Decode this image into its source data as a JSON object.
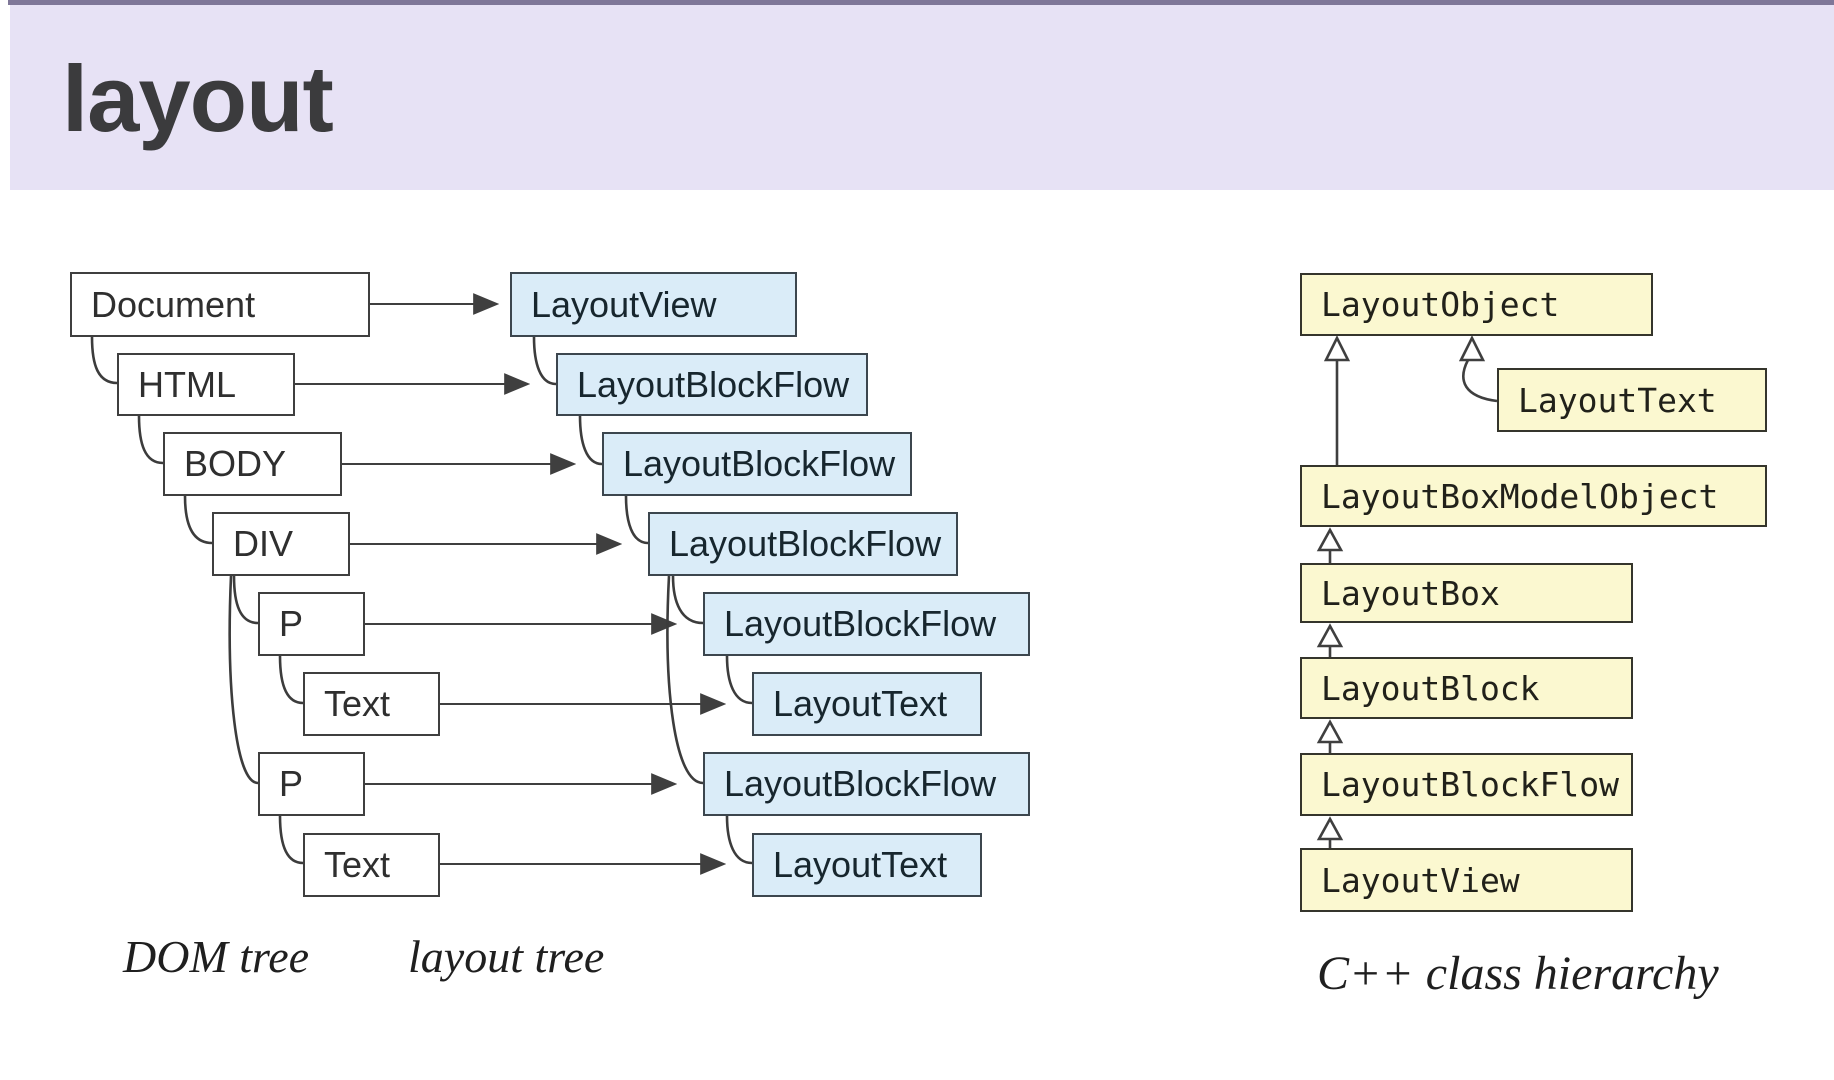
{
  "title": "layout",
  "dom_tree": {
    "caption": "DOM tree",
    "nodes": [
      "Document",
      "HTML",
      "BODY",
      "DIV",
      "P",
      "Text",
      "P",
      "Text"
    ]
  },
  "layout_tree": {
    "caption": "layout tree",
    "nodes": [
      "LayoutView",
      "LayoutBlockFlow",
      "LayoutBlockFlow",
      "LayoutBlockFlow",
      "LayoutBlockFlow",
      "LayoutText",
      "LayoutBlockFlow",
      "LayoutText"
    ]
  },
  "cpp_hierarchy": {
    "caption": "C++ class hierarchy",
    "nodes": [
      "LayoutObject",
      "LayoutText",
      "LayoutBoxModelObject",
      "LayoutBox",
      "LayoutBlock",
      "LayoutBlockFlow",
      "LayoutView"
    ]
  },
  "colors": {
    "header_bg": "#e7e2f5",
    "header_top_line": "#7f7798",
    "title_text": "#3b3b3d",
    "dom_box_bg": "#ffffff",
    "layout_box_bg": "#daecf8",
    "cpp_box_bg": "#fbf8d0",
    "box_border": "#3f3f3f",
    "connector": "#3f3f3f"
  }
}
